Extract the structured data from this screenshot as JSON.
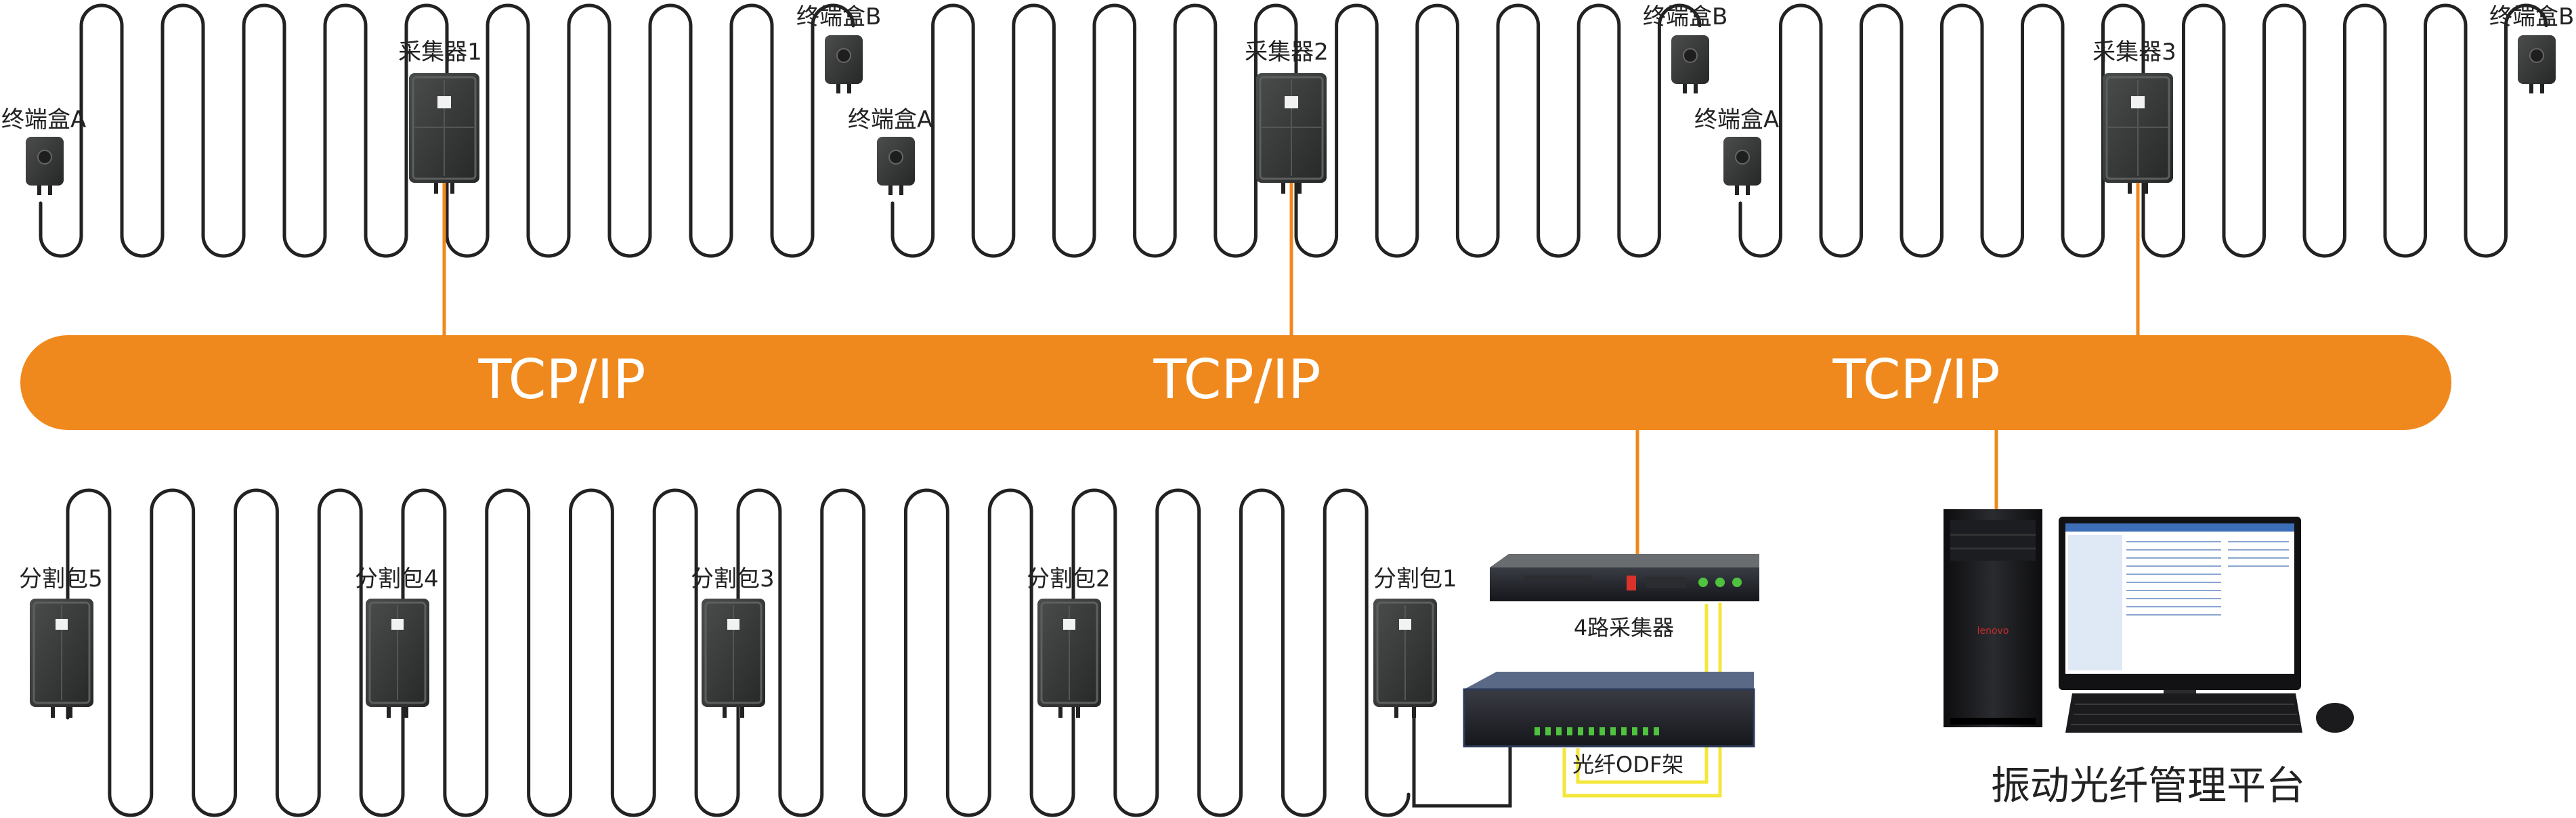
{
  "bus": {
    "labels": [
      "TCP/IP",
      "TCP/IP",
      "TCP/IP"
    ],
    "color": "#F0891D"
  },
  "top_row": {
    "collectors": [
      "采集器1",
      "采集器2",
      "采集器3"
    ],
    "terminal_a": [
      "终端盒A",
      "终端盒A",
      "终端盒A"
    ],
    "terminal_b": [
      "终端盒B",
      "终端盒B",
      "终端盒B"
    ]
  },
  "bottom_row": {
    "split_packs": [
      "分割包5",
      "分割包4",
      "分割包3",
      "分割包2",
      "分割包1"
    ],
    "collector_4ch": "4路采集器",
    "odf_frame": "光纤ODF架"
  },
  "platform": {
    "label": "振动光纤管理平台",
    "brand": "lenovo"
  },
  "colors": {
    "link": "#F0891D",
    "fiber": "#222222",
    "patch": "#F5E63A",
    "device": "#3a3d3c"
  }
}
